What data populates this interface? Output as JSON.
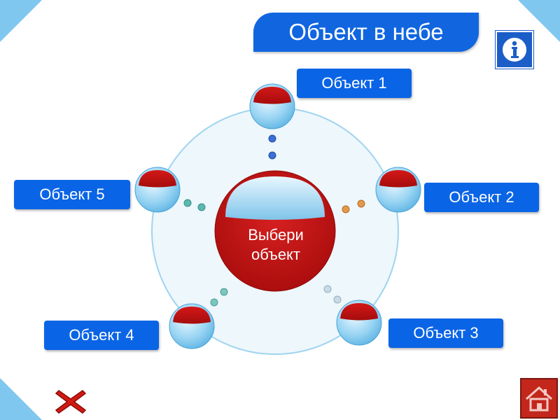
{
  "title": "Объект в небе",
  "center_label": [
    "Выбери",
    "объект"
  ],
  "objects": [
    {
      "label": "Объект 1"
    },
    {
      "label": "Объект 2"
    },
    {
      "label": "Объект 3"
    },
    {
      "label": "Объект 4"
    },
    {
      "label": "Объект 5"
    }
  ],
  "icons": {
    "info": "info-icon",
    "close": "close-icon",
    "home": "home-icon"
  },
  "colors": {
    "button_blue": "#0a64e6",
    "title_blue": "#1166e0",
    "sphere_red": "#c01010",
    "ring_fill": "#eef7fc",
    "ring_stroke": "#9fd4ef",
    "light_blue": "#7fc7ee"
  }
}
